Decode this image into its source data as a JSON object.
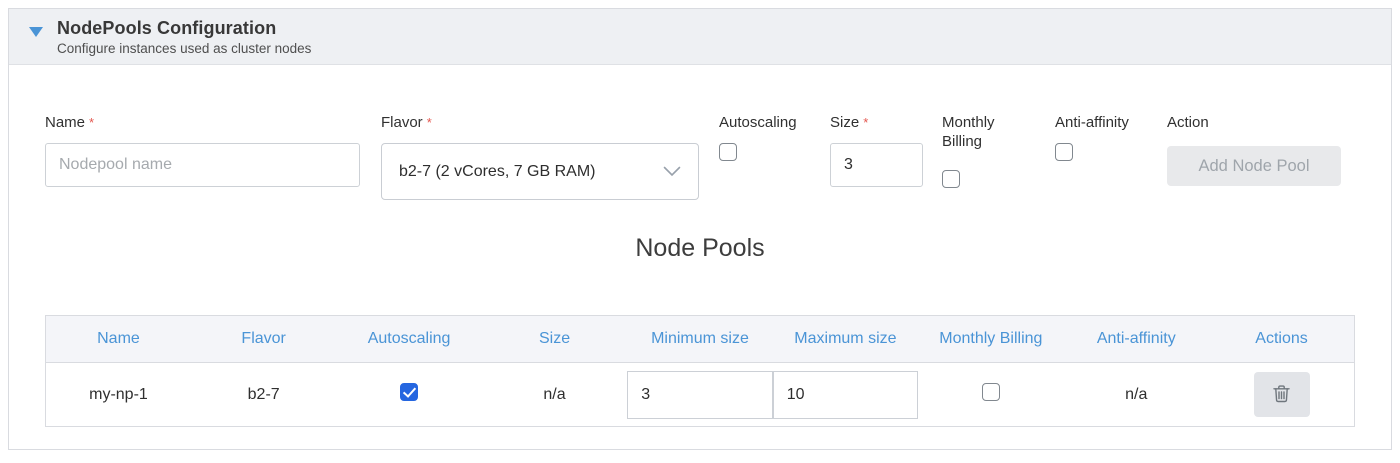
{
  "colors": {
    "accent_blue": "#4a94d6",
    "checkbox_checked": "#2566e0",
    "asterisk_red": "#e4574f",
    "header_bg": "#eef0f3",
    "table_header_bg": "#f4f5f9",
    "border": "#d9dbe0",
    "input_border": "#cdd1d6"
  },
  "panel": {
    "title": "NodePools Configuration",
    "subtitle": "Configure instances used as cluster nodes"
  },
  "form": {
    "required_marker": "*",
    "name_label": "Name",
    "name_value": "",
    "name_placeholder": "Nodepool name",
    "flavor_label": "Flavor",
    "flavor_selected": "b2-7 (2 vCores, 7 GB RAM)",
    "autoscaling_label": "Autoscaling",
    "autoscaling_checked": false,
    "size_label": "Size",
    "size_value": "3",
    "monthly_billing_label": "Monthly Billing",
    "monthly_billing_checked": false,
    "anti_affinity_label": "Anti-affinity",
    "anti_affinity_checked": false,
    "action_label": "Action",
    "add_button_label": "Add Node Pool"
  },
  "section": {
    "heading": "Node Pools"
  },
  "table": {
    "columns": [
      "Name",
      "Flavor",
      "Autoscaling",
      "Size",
      "Minimum size",
      "Maximum size",
      "Monthly Billing",
      "Anti-affinity",
      "Actions"
    ],
    "rows": [
      {
        "name": "my-np-1",
        "flavor": "b2-7",
        "autoscaling_checked": true,
        "size": "n/a",
        "min_size": "3",
        "max_size": "10",
        "monthly_billing_checked": false,
        "anti_affinity": "n/a"
      }
    ]
  }
}
